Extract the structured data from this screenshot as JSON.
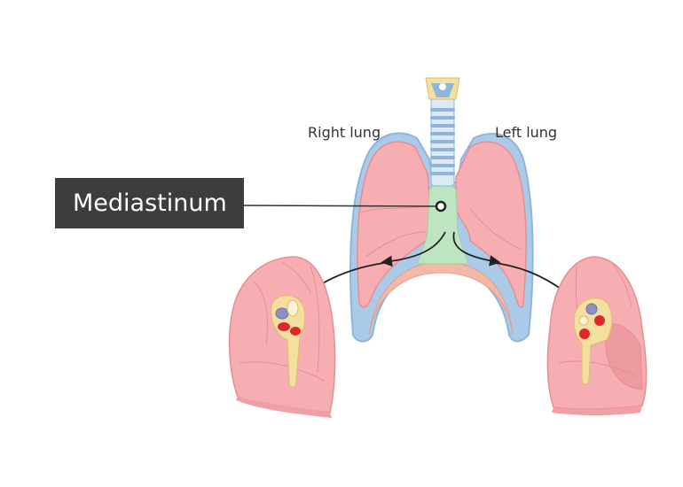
{
  "labels": {
    "right_lung": "Right lung",
    "left_lung": "Left lung",
    "callout": "Mediastinum"
  },
  "colors": {
    "lung_fill": "#f6aeb3",
    "lung_stroke": "#e88c93",
    "pleura": "#a9cbe8",
    "mediastinum": "#bfe4c1",
    "trachea_ring": "#8fb5dd",
    "callout_bg": "#3d3d3d",
    "pulmonary_artery": "#8e8fc7",
    "pulmonary_vein": "#e0262d",
    "bronchus": "#f3dfa0"
  },
  "icons": {
    "pointer_arrow": "arrow-icon"
  }
}
